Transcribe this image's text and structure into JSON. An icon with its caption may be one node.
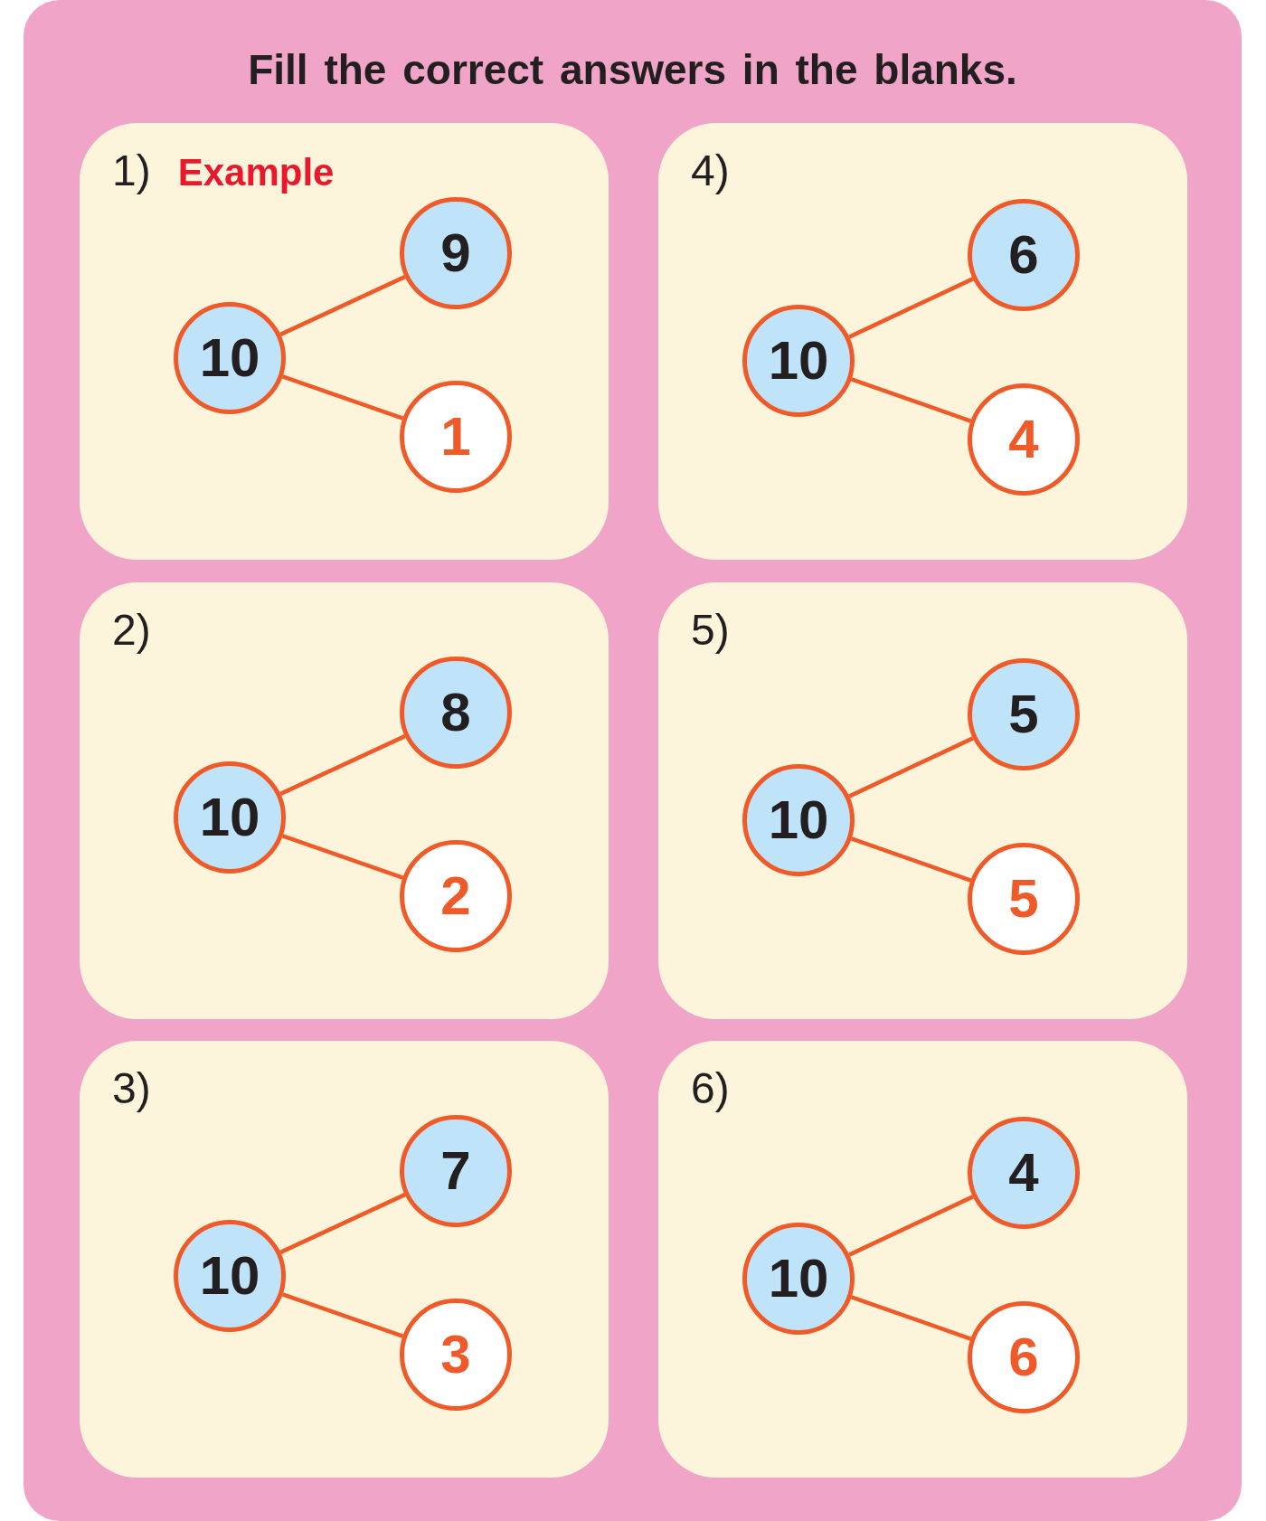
{
  "diagram": {
    "title": "Fill the correct answers in the blanks.",
    "nodes": [
      {
        "text": [
          "1)",
          "Example"
        ]
      },
      {
        "text": [
          "10"
        ],
        "in": 0
      },
      {
        "text": [
          "9"
        ],
        "in": 0
      },
      {
        "text": [
          "1"
        ],
        "in": 0
      },
      {
        "text": [
          "2)"
        ]
      },
      {
        "text": [
          "10"
        ],
        "in": 4
      },
      {
        "text": [
          "8"
        ],
        "in": 4
      },
      {
        "text": [
          "2"
        ],
        "in": 4
      },
      {
        "text": [
          "3)"
        ]
      },
      {
        "text": [
          "10"
        ],
        "in": 8
      },
      {
        "text": [
          "7"
        ],
        "in": 8
      },
      {
        "text": [
          "3"
        ],
        "in": 8
      },
      {
        "text": [
          "4)"
        ]
      },
      {
        "text": [
          "10"
        ],
        "in": 12
      },
      {
        "text": [
          "6"
        ],
        "in": 12
      },
      {
        "text": [
          "4"
        ],
        "in": 12
      },
      {
        "text": [
          "5)"
        ]
      },
      {
        "text": [
          "10"
        ],
        "in": 16
      },
      {
        "text": [
          "5"
        ],
        "in": 16
      },
      {
        "text": [
          "5"
        ],
        "in": 16
      },
      {
        "text": [
          "6)"
        ]
      },
      {
        "text": [
          "10"
        ],
        "in": 20
      },
      {
        "text": [
          "4"
        ],
        "in": 20
      },
      {
        "text": [
          "6"
        ],
        "in": 20
      }
    ],
    "edges": [
      {
        "from": 1,
        "to": 2,
        "arrow": "none"
      },
      {
        "from": 1,
        "to": 3,
        "arrow": "none"
      },
      {
        "from": 5,
        "to": 6,
        "arrow": "none"
      },
      {
        "from": 5,
        "to": 7,
        "arrow": "none"
      },
      {
        "from": 9,
        "to": 10,
        "arrow": "none"
      },
      {
        "from": 9,
        "to": 11,
        "arrow": "none"
      },
      {
        "from": 13,
        "to": 14,
        "arrow": "none"
      },
      {
        "from": 13,
        "to": 15,
        "arrow": "none"
      },
      {
        "from": 17,
        "to": 18,
        "arrow": "none"
      },
      {
        "from": 17,
        "to": 19,
        "arrow": "none"
      },
      {
        "from": 21,
        "to": 22,
        "arrow": "none"
      },
      {
        "from": 21,
        "to": 23,
        "arrow": "none"
      }
    ]
  }
}
